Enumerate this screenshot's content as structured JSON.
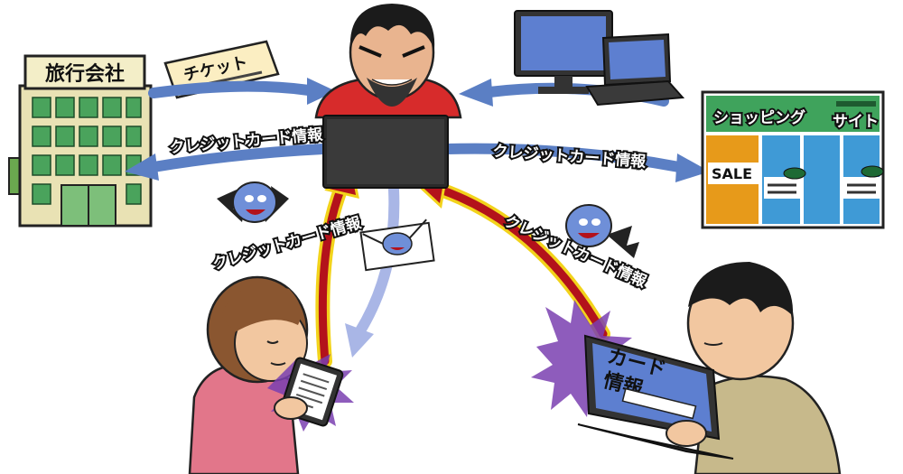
{
  "labels": {
    "travel_agency": "旅行会社",
    "ticket": "チケット",
    "shopping_main": "ショッピング",
    "shopping_sub": "サイト",
    "sale": "SALE",
    "card_info": "クレジットカード情報",
    "laptop_screen_line1": "カード",
    "laptop_screen_line2": "情報"
  },
  "colors": {
    "blue_arrow": "#5b7fc4",
    "red_arrow": "#b3121b",
    "yellow_outline": "#f2d31b",
    "lavender_arrow": "#a9b6e6",
    "building": "#e9e2b4",
    "window": "#4aa35c",
    "sky_blue": "#3f9ad6",
    "orange": "#e79a1a",
    "sparkle": "#7a3fb0"
  },
  "icons": [
    "hacker",
    "laptop",
    "desktop-monitor",
    "email-envelope",
    "bat-virus",
    "smartphone",
    "woman",
    "man",
    "building",
    "website"
  ]
}
